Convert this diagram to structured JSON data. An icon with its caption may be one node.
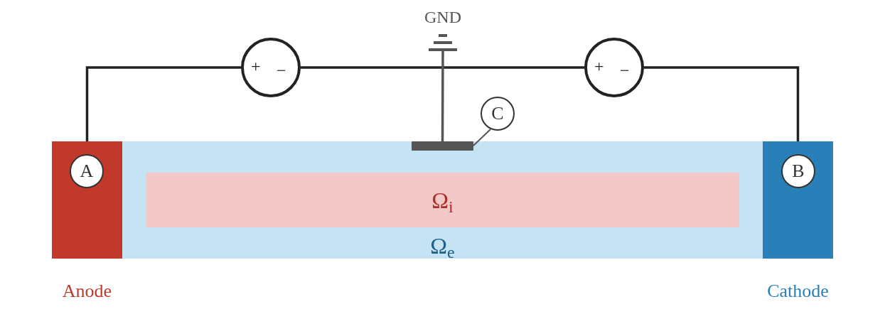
{
  "diagram": {
    "nodes": [
      {
        "text": [],
        "shape": "box",
        "beside": [
          "Anode"
        ]
      },
      {
        "text": [
          "A"
        ],
        "in": 0
      },
      {
        "text": [
          "Ω$_{e}$"
        ]
      },
      {
        "text": [
          "Ω$_{i}$"
        ],
        "in": 2
      },
      {
        "text": [],
        "shape": "box",
        "beside": [
          "Cathode"
        ]
      },
      {
        "text": [
          "B"
        ],
        "in": 4
      },
      {
        "text": [
          "+",
          "−"
        ]
      },
      {
        "text": [
          "+",
          "−"
        ]
      },
      {
        "text": [
          "GND"
        ]
      },
      {
        "text": [],
        "shape": "bar",
        "in": 2
      },
      {
        "text": [
          "C"
        ]
      }
    ],
    "edges": [
      {
        "from": 0,
        "to": 6,
        "arrow": "none"
      },
      {
        "from": 6,
        "to": 7,
        "arrow": "none"
      },
      {
        "from": 7,
        "to": 4,
        "arrow": "none"
      },
      {
        "from": 8,
        "to": 9,
        "arrow": "none",
        "color": "#555555"
      },
      {
        "from": 10,
        "to": 9,
        "arrow": "none",
        "color": "#555555"
      }
    ]
  }
}
